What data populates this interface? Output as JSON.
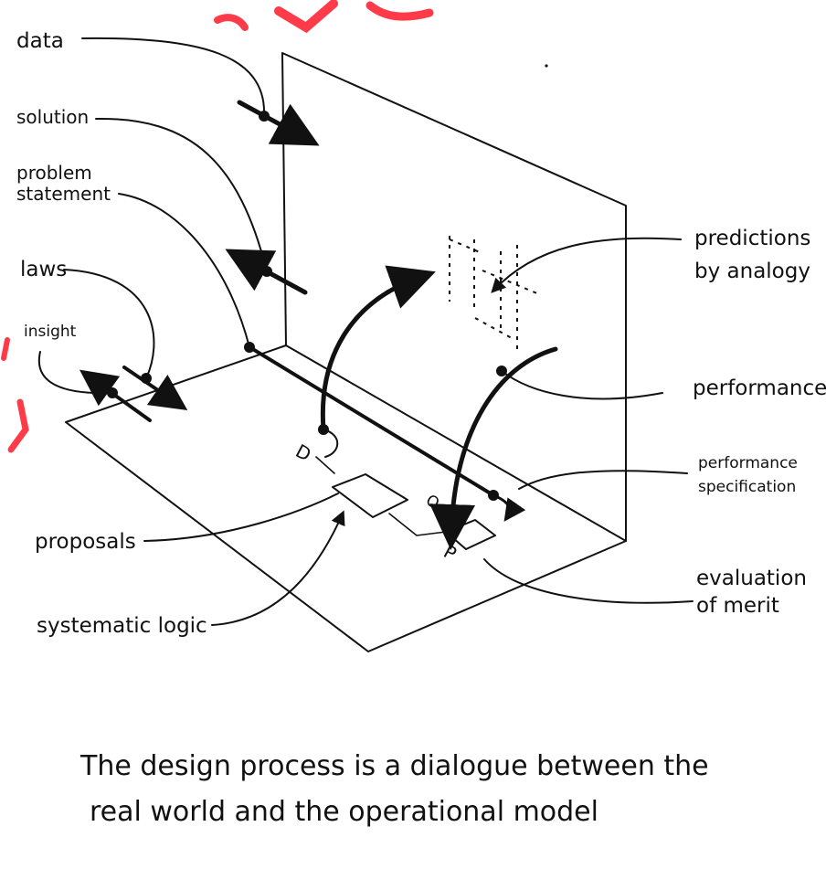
{
  "labels": {
    "data": "data",
    "solution": "solution",
    "problem_statement_line1": "problem",
    "problem_statement_line2": "statement",
    "laws": "laws",
    "insight": "insight",
    "proposals": "proposals",
    "systematic_logic": "systematic logic",
    "predictions_line1": "predictions",
    "predictions_line2": "by analogy",
    "performance": "performance",
    "performance_spec_line1": "performance",
    "performance_spec_line2": "specification",
    "evaluation_line1": "evaluation",
    "evaluation_line2": "of merit",
    "marker_d": "D",
    "marker_o": "O",
    "marker_p": "P"
  },
  "caption": {
    "line1": "The design process is a dialogue between the",
    "line2": "real world and the operational model"
  },
  "colors": {
    "ink": "#111111",
    "accent": "#ff3b4a"
  }
}
